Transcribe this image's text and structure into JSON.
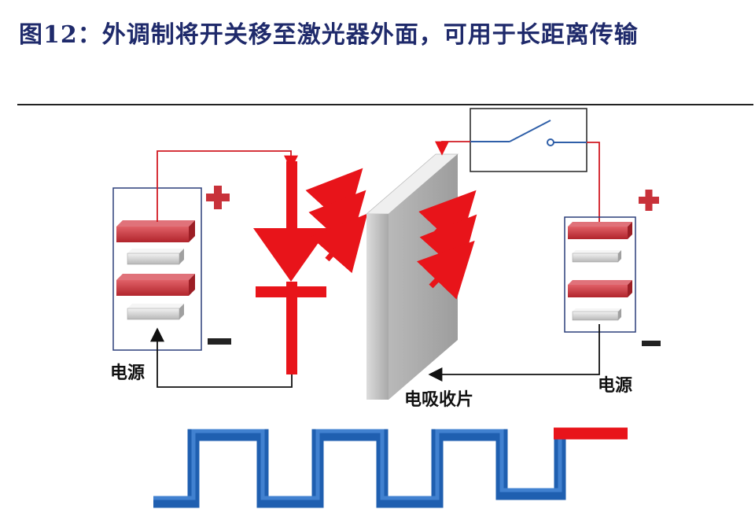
{
  "title": "图12：外调制将开关移至激光器外面，可用于长距离传输",
  "labels": {
    "power_left": "电源",
    "power_right": "电源",
    "absorber": "电吸收片"
  },
  "colors": {
    "red": "#e8141a",
    "plate_red": "#c8323a",
    "plate_gray": "#c8c8c8",
    "wave_blue": "#2f73c6",
    "wire_blue": "#2f5fa8",
    "title_blue": "#1f2a6b"
  }
}
